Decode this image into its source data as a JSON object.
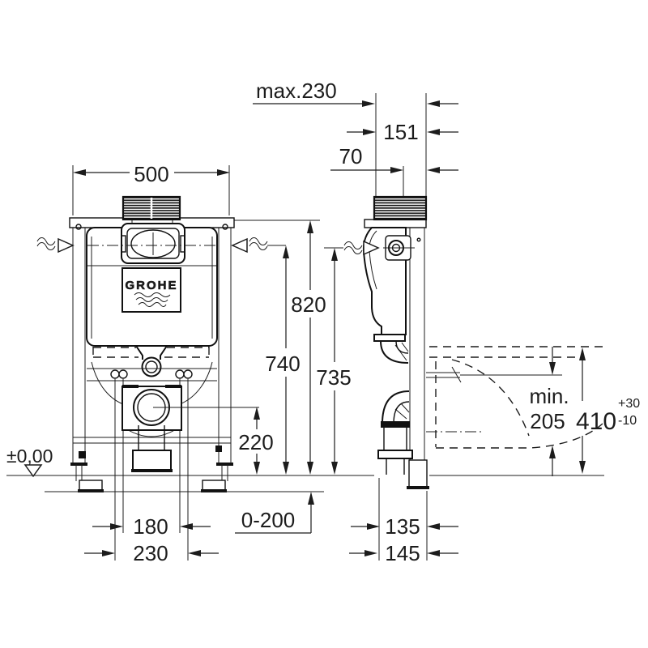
{
  "drawing": {
    "brand": "GROHE",
    "front_view": {
      "frame_width": "500",
      "frame_height_total": "820",
      "supply_connection_height": "740",
      "outlet_center_height": "220",
      "anchor_spacing_inner": "180",
      "anchor_spacing_outer": "230",
      "floor_datum": "±0,00",
      "feet_adjust_range": "0-200"
    },
    "side_view": {
      "depth_max": "max.230",
      "frame_depth_top": "151",
      "actuator_offset": "70",
      "flush_connection_height": "735",
      "outlet_wall_distance": "135",
      "frame_bottom_depth": "145",
      "bowl_clearance_label": "min.",
      "bowl_clearance_value": "205",
      "bowl_rim_height": "410",
      "bowl_rim_tol_plus": "+30",
      "bowl_rim_tol_minus": "-10"
    }
  }
}
